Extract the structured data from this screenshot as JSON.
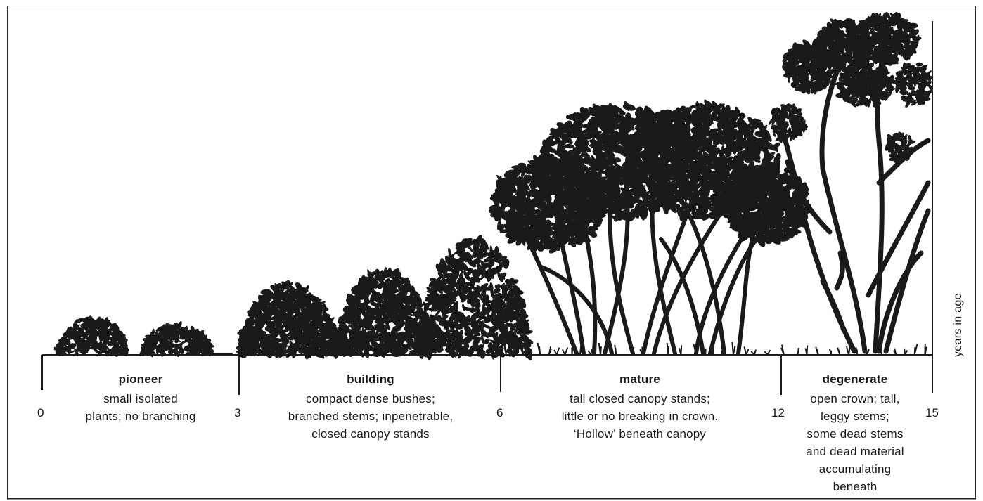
{
  "axis": {
    "label": "years in age",
    "ticks": [
      "0",
      "3",
      "6",
      "12",
      "15"
    ]
  },
  "stages": [
    {
      "name": "pioneer",
      "description": "small isolated\nplants; no branching"
    },
    {
      "name": "building",
      "description": "compact dense bushes;\nbranched stems; inpenetrable,\nclosed canopy stands"
    },
    {
      "name": "mature",
      "description": "tall closed canopy stands;\nlittle or no breaking in crown.\n‘Hollow’ beneath canopy"
    },
    {
      "name": "degenerate",
      "description": "open crown; tall,\nleggy stems;\nsome dead stems\nand dead material\naccumulating\nbeneath"
    }
  ],
  "colors": {
    "ink": "#1a1a1a",
    "border": "#2a2a2a"
  }
}
